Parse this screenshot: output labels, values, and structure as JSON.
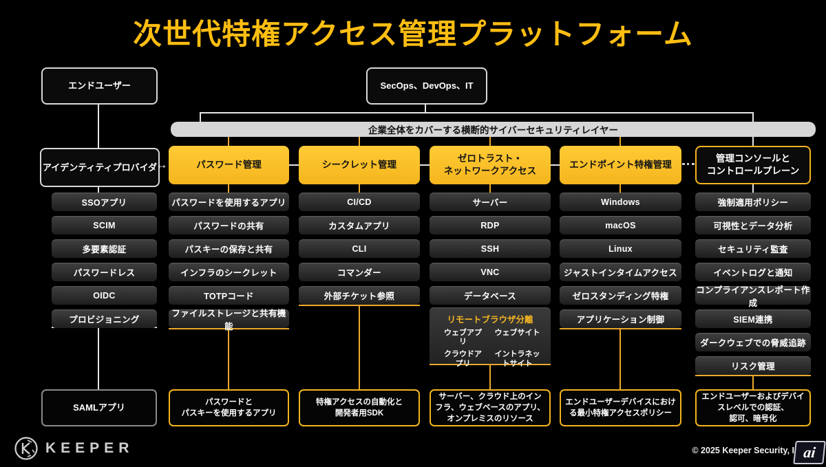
{
  "title": "次世代特権アクセス管理プラットフォーム",
  "top_boxes": {
    "end_user": "エンドユーザー",
    "secops": "SecOps、DevOps、IT"
  },
  "layer_bar": "企業全体をカバーする横断的サイバーセキュリティレイヤー",
  "connector_arrow": "↔",
  "identity": {
    "header": "アイデンティティプロバイダ",
    "items": [
      "SSOアプリ",
      "SCIM",
      "多要素認証",
      "パスワードレス",
      "OIDC",
      "プロビジョニング"
    ],
    "bottom": "SAMLアプリ"
  },
  "columns": [
    {
      "header": "パスワード管理",
      "items": [
        "パスワードを使用するアプリ",
        "パスワードの共有",
        "パスキーの保存と共有",
        "インフラのシークレット",
        "TOTPコード",
        "ファイルストレージと共有機能"
      ],
      "bottom": "パスワードと\nパスキーを使用するアプリ"
    },
    {
      "header": "シークレット管理",
      "items": [
        "CI/CD",
        "カスタムアプリ",
        "CLI",
        "コマンダー",
        "外部チケット参照"
      ],
      "bottom": "特権アクセスの自動化と\n開発者用SDK"
    },
    {
      "header": "ゼロトラスト・\nネットワークアクセス",
      "items": [
        "サーバー",
        "RDP",
        "SSH",
        "VNC",
        "データベース"
      ],
      "bottom": "サーバー、クラウド上のインフラ、ウェブベースのアプリ、オンプレミスのリソース"
    },
    {
      "header": "エンドポイント特権管理",
      "items": [
        "Windows",
        "macOS",
        "Linux",
        "ジャストインタイムアクセス",
        "ゼロスタンディング特権",
        "アプリケーション制御"
      ],
      "bottom": "エンドユーザーデバイスにおける最小特権アクセスポリシー"
    },
    {
      "header": "管理コンソールと\nコントロールプレーン",
      "items": [
        "強制適用ポリシー",
        "可視性とデータ分析",
        "セキュリティ監査",
        "イベントログと通知",
        "コンプライアンスレポート作成",
        "SIEM連携",
        "ダークウェブでの脅威追跡",
        "リスク管理"
      ],
      "bottom": "エンドユーザーおよびデバイスレベルでの認証、\n認可、暗号化"
    }
  ],
  "remote_browser": {
    "title": "リモートブラウザ分離",
    "cells": [
      "ウェブアプリ",
      "ウェブサイト",
      "クラウドアプリ",
      "イントラネットサイト"
    ]
  },
  "footer": {
    "brand": "KEEPER",
    "copyright": "© 2025 Keeper Security, I",
    "watermark": "ai"
  },
  "colors": {
    "brand_yellow": "#f5b51e",
    "line_yellow": "#efa92d",
    "title_yellow": "#ffbe12",
    "layer_bar_gray": "#d6d6d6",
    "background": "#000000"
  }
}
